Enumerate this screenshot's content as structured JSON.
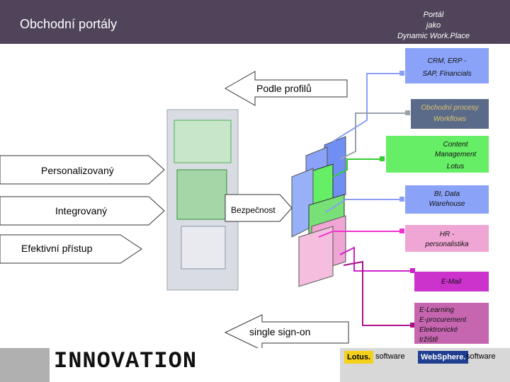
{
  "header": {
    "title": "Obchodní portály",
    "portal_line1": "Portál",
    "portal_line2": "jako",
    "portal_line3": "Dynamic Work.Place"
  },
  "boxes": {
    "crm_line1": "CRM, ERP  -",
    "crm_line2": "SAP, Financials",
    "process_line1": "Obchodní procesy",
    "process_line2": "Workflows",
    "content_line1": "Content",
    "content_line2": "Management",
    "content_line3": "Lotus",
    "bi_line1": "BI, Data",
    "bi_line2": "Warehouse",
    "hr_line1": "HR -",
    "hr_line2": "personalistika",
    "email": "E-Mail",
    "learning_line1": "E-Learning",
    "learning_line2": "E-procurement",
    "learning_line3": "Elektronické",
    "learning_line4": "tržiště"
  },
  "arrows": {
    "profiles": "Podle profilů",
    "personalized": "Personalizovaný",
    "integrated": "Integrovaný",
    "effective": "Efektivní přístup",
    "security": "Bezpečnost",
    "sso": "single sign-on"
  },
  "footer": {
    "innovation": "INNOVATION",
    "lotus": "Lotus.",
    "lotus_software": "software",
    "websphere": "WebSphere.",
    "websphere_software": "software"
  }
}
